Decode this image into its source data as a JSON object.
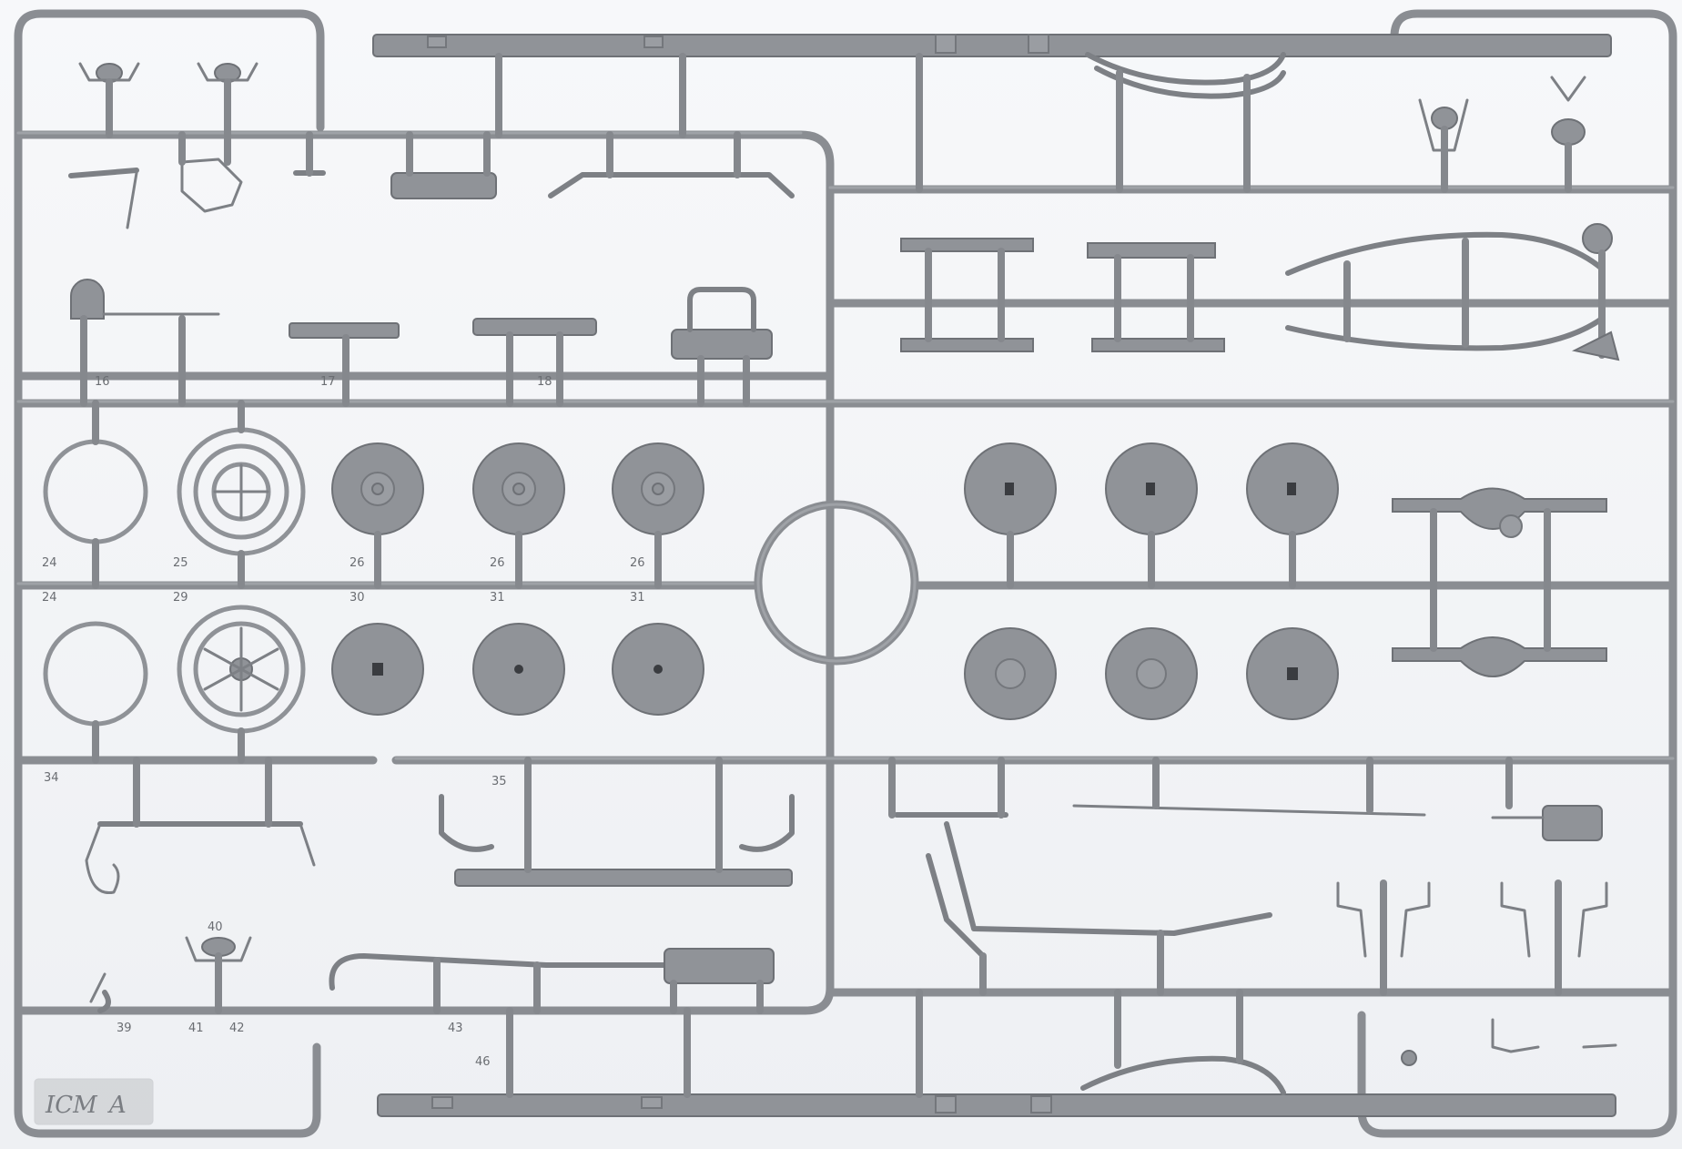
{
  "sprue": {
    "brand": "ICM",
    "letter": "A",
    "colors": {
      "plastic": "#909398",
      "background": "#f3f4f6"
    }
  },
  "labels": [
    {
      "id": "l16",
      "text": "16"
    },
    {
      "id": "l17",
      "text": "17"
    },
    {
      "id": "l18",
      "text": "18"
    },
    {
      "id": "l24a",
      "text": "24"
    },
    {
      "id": "l25",
      "text": "25"
    },
    {
      "id": "l26a",
      "text": "26"
    },
    {
      "id": "l26b",
      "text": "26"
    },
    {
      "id": "l26c",
      "text": "26"
    },
    {
      "id": "l24b",
      "text": "24"
    },
    {
      "id": "l29",
      "text": "29"
    },
    {
      "id": "l30",
      "text": "30"
    },
    {
      "id": "l31a",
      "text": "31"
    },
    {
      "id": "l31b",
      "text": "31"
    },
    {
      "id": "l34",
      "text": "34"
    },
    {
      "id": "l35",
      "text": "35"
    },
    {
      "id": "l39",
      "text": "39"
    },
    {
      "id": "l40",
      "text": "40"
    },
    {
      "id": "l41",
      "text": "41"
    },
    {
      "id": "l42",
      "text": "42"
    },
    {
      "id": "l43",
      "text": "43"
    },
    {
      "id": "l46",
      "text": "46"
    }
  ]
}
